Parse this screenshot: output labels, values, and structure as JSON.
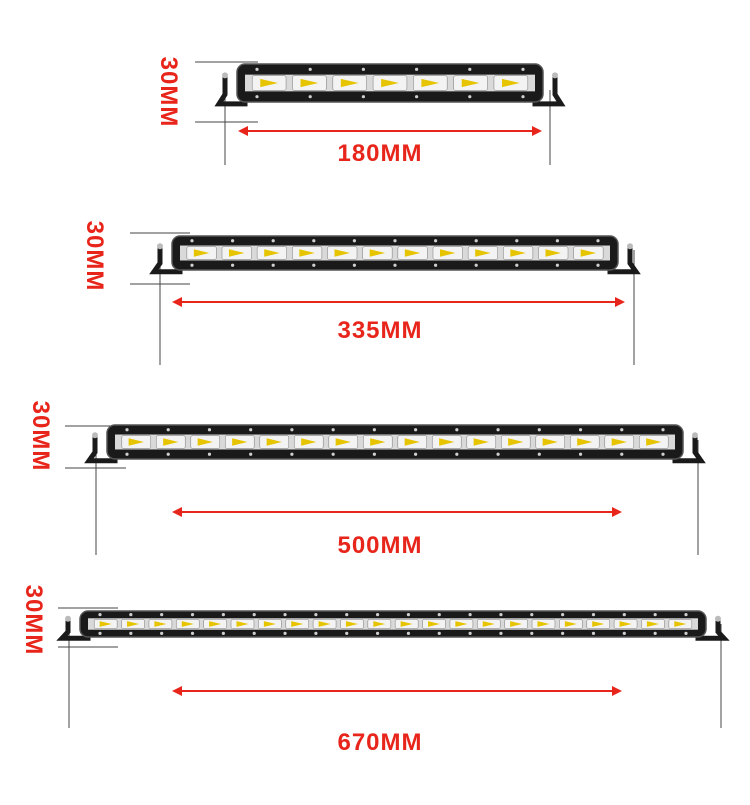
{
  "colors": {
    "dimension_red": "#e8251b",
    "bar_body": "#1a1a1a",
    "bar_edge": "#555555",
    "led_yellow": "#e6c400",
    "led_white": "#f3f3f3",
    "guide_line": "#444444"
  },
  "products": [
    {
      "length_label": "180MM",
      "height_label": "30MM"
    },
    {
      "length_label": "335MM",
      "height_label": "30MM"
    },
    {
      "length_label": "500MM",
      "height_label": "30MM"
    },
    {
      "length_label": "670MM",
      "height_label": "30MM"
    }
  ]
}
